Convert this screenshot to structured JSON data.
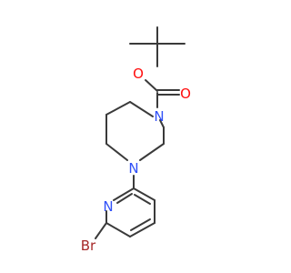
{
  "molecule": {
    "atoms": [
      {
        "id": "o-ether",
        "element": "O",
        "text": "O",
        "color": "#ff0d0d"
      },
      {
        "id": "o-carbonyl",
        "element": "O",
        "text": "O",
        "color": "#ff0d0d"
      },
      {
        "id": "n-ring-1",
        "element": "N",
        "text": "N",
        "color": "#3050f8"
      },
      {
        "id": "n-ring-4",
        "element": "N",
        "text": "N",
        "color": "#3050f8"
      },
      {
        "id": "n-pyridine",
        "element": "N",
        "text": "N",
        "color": "#3050f8"
      },
      {
        "id": "br",
        "element": "Br",
        "text": "Br",
        "color": "#a62929"
      }
    ]
  }
}
